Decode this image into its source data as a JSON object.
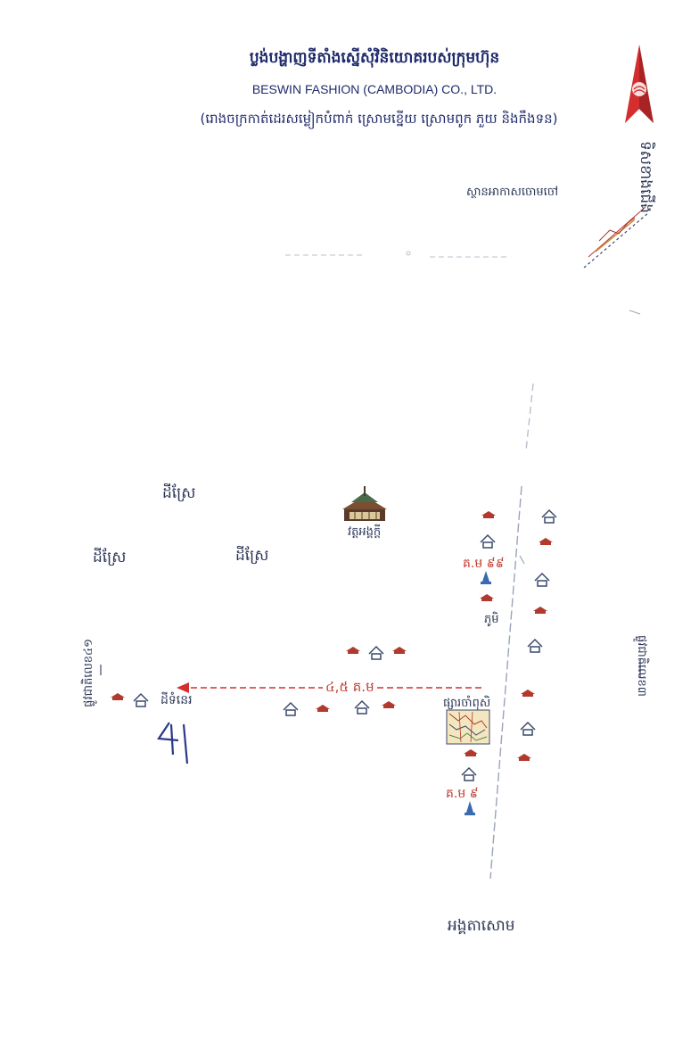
{
  "header": {
    "title_km": "ប្លង់បង្ហាញទីតាំងស្នើសុំវិនិយោគរបស់ក្រុមហ៊ុន",
    "title_en": "BESWIN FASHION (CAMBODIA) CO., LTD.",
    "subtitle": "(រោងចក្រកាត់ដេរសម្លៀកបំពាក់ ស្រោមខ្នើយ ស្រោមពូក ភួយ និងកឹងទន)"
  },
  "compass": {
    "label": "ទិសខាងជើង",
    "color": "#d42e2e"
  },
  "labels": {
    "airport": "ស្ថានអាកាសចោមចៅ",
    "rice_field_1": "ដីស្រែ",
    "rice_field_2": "ដីស្រែ",
    "rice_field_3": "ដីស្រែ",
    "pagoda": "វត្តអង្គក្តី",
    "village": "ភូមិ",
    "empty_land": "ដីទំនេរ",
    "project_site": "ផ្សារចាំពុសិ",
    "commune": "អង្គតាសោម",
    "road_left": "ផ្លូវជាតិលេខ៤១",
    "road_right": "ផ្លូវជាតិលេខ៣"
  },
  "road_markers": {
    "km_upper": "គ.ម ៩៩",
    "km_lower": "គ.ម ៩"
  },
  "distance": {
    "label": "៤,៥ គ.ម"
  },
  "handwriting": {
    "text": "41"
  },
  "colors": {
    "house_roof": "#b03a2e",
    "house_icon": "#3a4a6b",
    "arrow": "#d42e2e",
    "road_line": "#9aa4b8"
  }
}
